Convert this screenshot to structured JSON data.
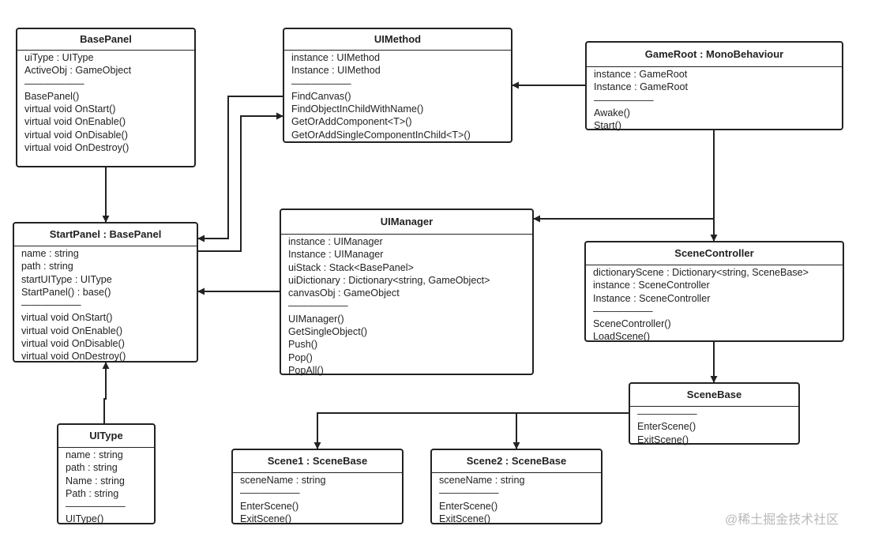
{
  "classes": {
    "basepanel": {
      "title": "BasePanel",
      "lines": [
        "uiType : UIType",
        "ActiveObj : GameObject",
        "——————",
        "BasePanel()",
        "virtual void OnStart()",
        "virtual void OnEnable()",
        "virtual void OnDisable()",
        "virtual void OnDestroy()"
      ]
    },
    "uimethod": {
      "title": "UIMethod",
      "lines": [
        "instance : UIMethod",
        "Instance : UIMethod",
        "——————",
        "FindCanvas()",
        "FindObjectInChildWithName()",
        "GetOrAddComponent<T>()",
        "GetOrAddSingleComponentInChild<T>()"
      ]
    },
    "gameroot": {
      "title": "GameRoot : MonoBehaviour",
      "lines": [
        "instance : GameRoot",
        "Instance : GameRoot",
        "——————",
        "Awake()",
        "Start()"
      ]
    },
    "startpanel": {
      "title": "StartPanel : BasePanel",
      "lines": [
        "name : string",
        "path : string",
        "startUIType : UIType",
        "StartPanel() :  base()",
        "——————",
        "virtual void OnStart()",
        "virtual void OnEnable()",
        "virtual void OnDisable()",
        "virtual void OnDestroy()"
      ]
    },
    "uimanager": {
      "title": "UIManager",
      "lines": [
        "instance : UIManager",
        "Instance : UIManager",
        "uiStack : Stack<BasePanel>",
        "uiDictionary : Dictionary<string, GameObject>",
        "canvasObj : GameObject",
        "——————",
        "UIManager()",
        "GetSingleObject()",
        "Push()",
        "Pop()",
        "PopAll()"
      ]
    },
    "scenecontroller": {
      "title": "SceneController",
      "lines": [
        "dictionaryScene : Dictionary<string, SceneBase>",
        "instance : SceneController",
        "Instance : SceneController",
        "——————",
        "SceneController()",
        "LoadScene()"
      ]
    },
    "scenebase": {
      "title": "SceneBase",
      "lines": [
        "——————",
        "EnterScene()",
        "ExitScene()"
      ]
    },
    "uitype": {
      "title": "UIType",
      "lines": [
        "name : string",
        "path : string",
        "Name : string",
        "Path : string",
        "——————",
        "UIType()"
      ]
    },
    "scene1": {
      "title": "Scene1 : SceneBase",
      "lines": [
        "sceneName : string",
        "——————",
        "EnterScene()",
        "ExitScene()"
      ]
    },
    "scene2": {
      "title": "Scene2 : SceneBase",
      "lines": [
        "sceneName : string",
        "——————",
        "EnterScene()",
        "ExitScene()"
      ]
    }
  },
  "watermark": "@稀土掘金技术社区",
  "colors": {
    "line": "#222222",
    "watermark": "#b9b9b9"
  }
}
